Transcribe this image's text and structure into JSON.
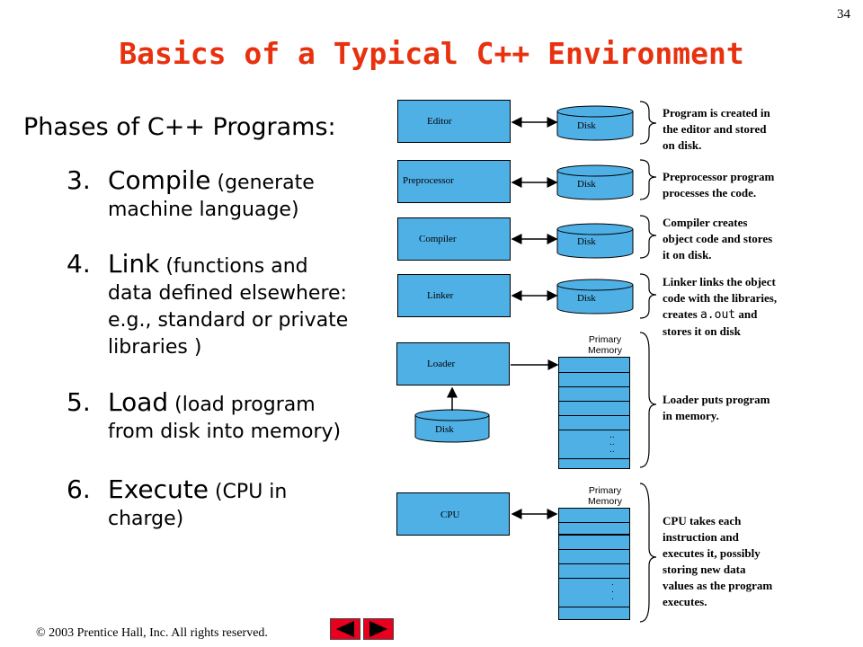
{
  "page_number": "34",
  "title": "Basics of a Typical C++ Environment",
  "left": {
    "heading": "Phases of C++ Programs:",
    "items": [
      {
        "num": "3.",
        "keyword": "Compile",
        "rest_line1": " (generate",
        "line2": "machine language)"
      },
      {
        "num": "4.",
        "keyword": "Link",
        "rest_line1": " (functions and",
        "line2": "data defined elsewhere:",
        "line3": "e.g., standard or private",
        "line4": "libraries )"
      },
      {
        "num": "5.",
        "keyword": "Load",
        "rest_line1": " (load program",
        "line2": "from disk into memory)"
      },
      {
        "num": "6.",
        "keyword": "Execute",
        "rest_line1": "  (CPU in",
        "line2": "charge)"
      }
    ]
  },
  "diagram": {
    "phases": [
      {
        "box": "Editor",
        "disk": "Disk",
        "desc_lines": [
          "Program is created in",
          "the editor and stored",
          "on disk."
        ]
      },
      {
        "box": "Preprocessor",
        "disk": "Disk",
        "desc_lines": [
          "Preprocessor program",
          "processes the code."
        ]
      },
      {
        "box": "Compiler",
        "disk": "Disk",
        "desc_lines": [
          "Compiler creates",
          "object code and stores",
          "it on disk."
        ]
      },
      {
        "box": "Linker",
        "disk": "Disk",
        "desc_lines": [
          "Linker links the object",
          "code with the libraries,"
        ],
        "desc_l3_pre": "creates ",
        "desc_l3_code": "a.out",
        "desc_l3_post": " and",
        "desc_l4": "stores it on disk"
      },
      {
        "box": "Loader",
        "disk": "Disk",
        "memory_label_1": "Primary",
        "memory_label_2": "Memory",
        "desc_lines": [
          "Loader puts program",
          "in memory."
        ]
      },
      {
        "box": "CPU",
        "memory_label_1": "Primary",
        "memory_label_2": "Memory",
        "desc_lines": [
          "CPU takes each",
          "instruction and",
          "executes it, possibly",
          "storing new data",
          "values as the program",
          "executes."
        ]
      }
    ],
    "box_color": "#4fb0e6"
  },
  "footer": {
    "copyright_symbol": "©",
    "text": " 2003 Prentice Hall, Inc.  All rights reserved."
  },
  "colors": {
    "title": "#e8320f",
    "nav": "#e8001e"
  },
  "nav": {
    "prev_icon": "left-arrow",
    "next_icon": "right-arrow"
  }
}
